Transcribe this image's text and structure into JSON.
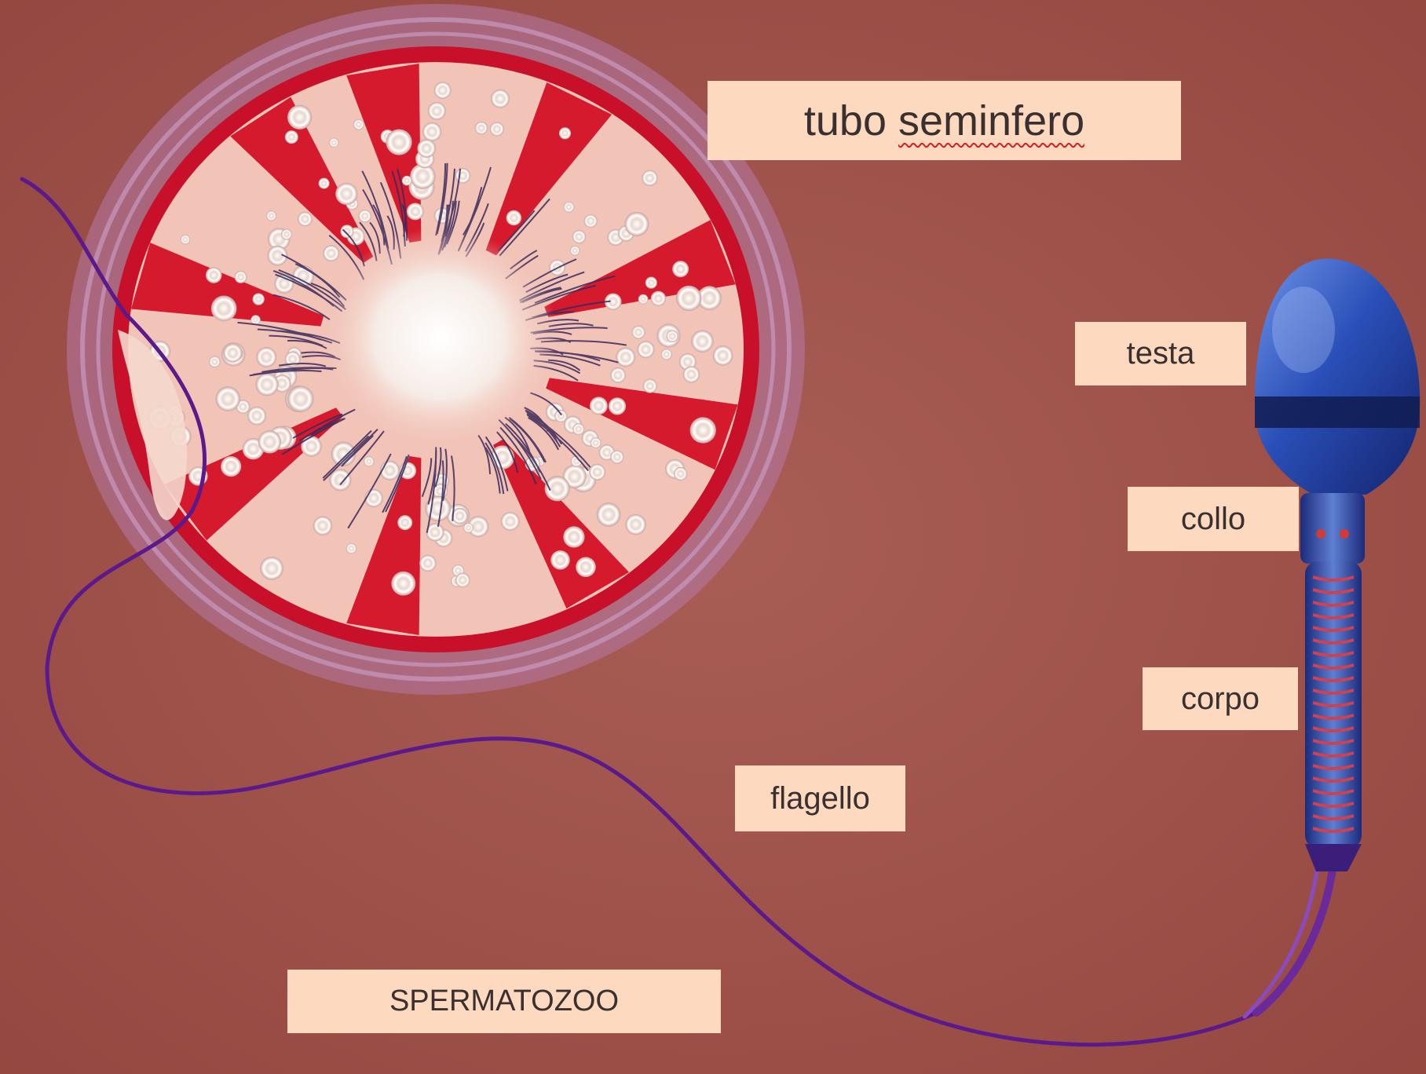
{
  "labels": {
    "tubo_word": "tubo",
    "tubo_misspelled_word": "seminfero",
    "testa": "testa",
    "collo": "collo",
    "corpo": "corpo",
    "flagello": "flagello",
    "spermatozoo": "SPERMATOZOO"
  },
  "colors": {
    "background": "#a2574f",
    "label_fill": "#fcd9bf",
    "tubule_wall": "#c8102a",
    "tubule_interior": "#f2c4b8",
    "tubule_halo": "#b77aa8",
    "flagellum": "#5a1a8c",
    "sperm_head": "#2a4fb8"
  },
  "icons": [
    "seminiferous-tubule-illustration",
    "spermatozoon-illustration"
  ]
}
